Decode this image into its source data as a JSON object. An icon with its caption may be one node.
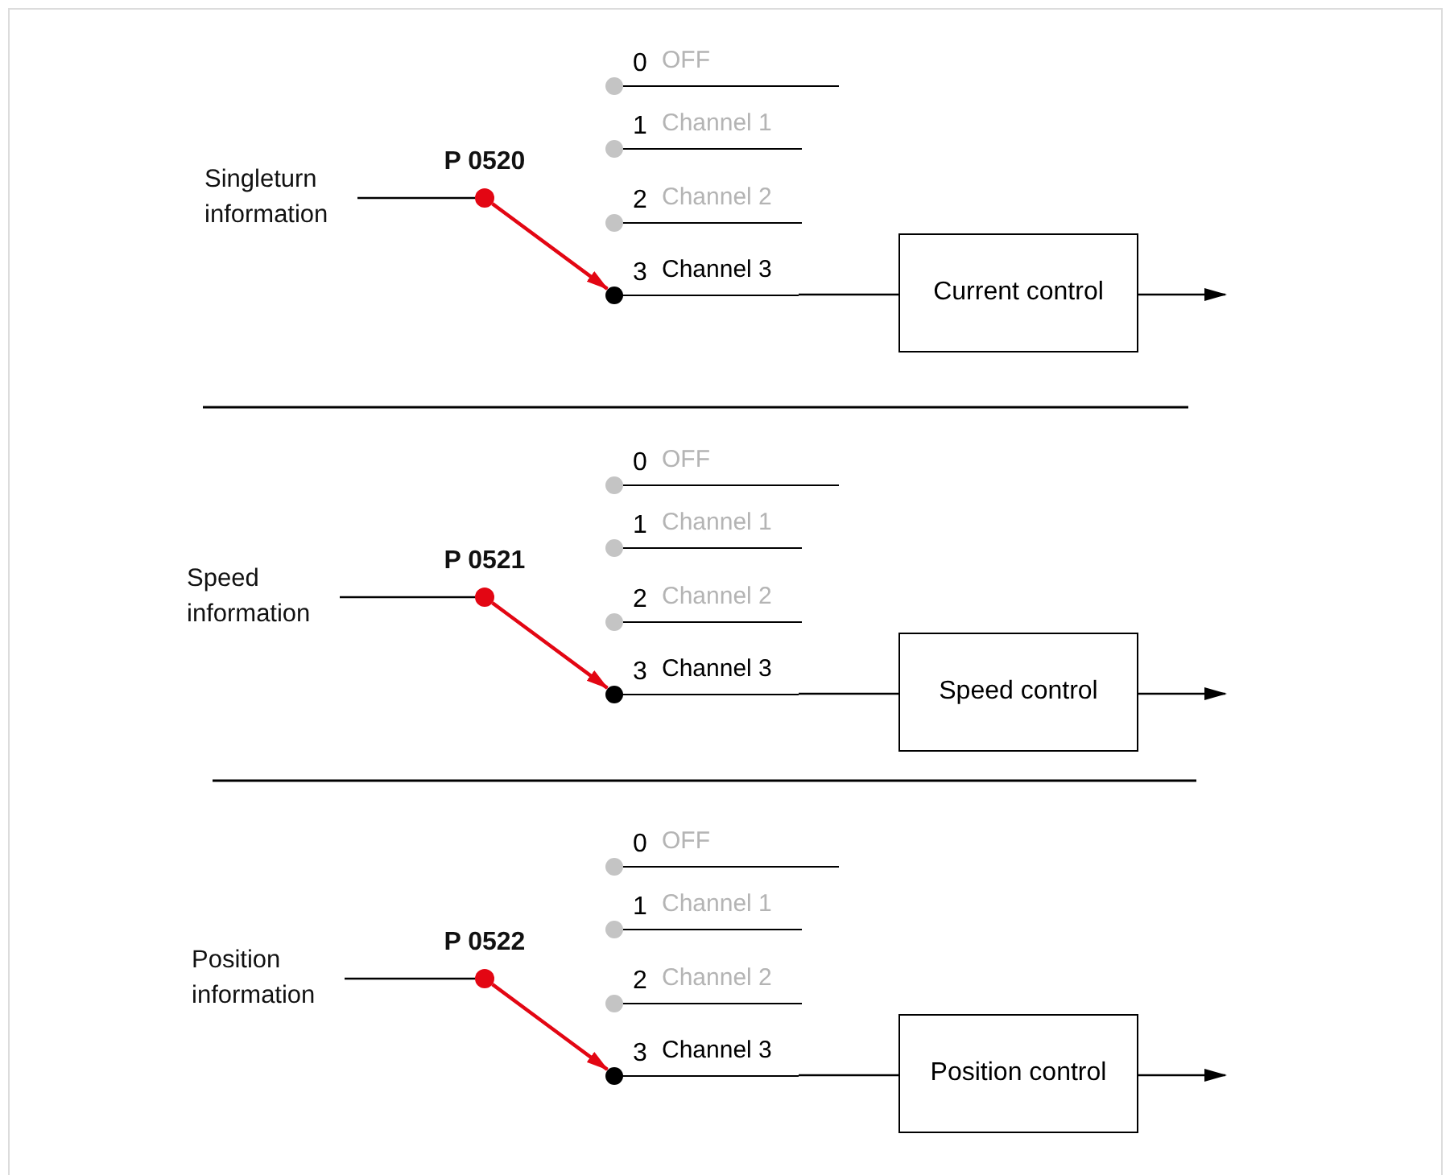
{
  "diagram": {
    "nodes": [
      {
        "text": [
          "Singleturn information"
        ]
      },
      {
        "text": [],
        "shape": "circle",
        "beside": [
          "P 0520"
        ]
      },
      {
        "text": [
          "0",
          "OFF"
        ]
      },
      {
        "text": [
          "1",
          "Channel 1"
        ]
      },
      {
        "text": [
          "2",
          "Channel 2"
        ]
      },
      {
        "text": [
          "3",
          "Channel 3"
        ]
      },
      {
        "text": [
          "Current control"
        ]
      },
      {
        "text": [
          "Speed information"
        ]
      },
      {
        "text": [],
        "shape": "circle",
        "beside": [
          "P 0521"
        ]
      },
      {
        "text": [
          "0",
          "OFF"
        ]
      },
      {
        "text": [
          "1",
          "Channel 1"
        ]
      },
      {
        "text": [
          "2",
          "Channel 2"
        ]
      },
      {
        "text": [
          "3",
          "Channel 3"
        ]
      },
      {
        "text": [
          "Speed control"
        ]
      },
      {
        "text": [
          "Position information"
        ]
      },
      {
        "text": [],
        "shape": "circle",
        "beside": [
          "P 0522"
        ]
      },
      {
        "text": [
          "0",
          "OFF"
        ]
      },
      {
        "text": [
          "1",
          "Channel 1"
        ]
      },
      {
        "text": [
          "2",
          "Channel 2"
        ]
      },
      {
        "text": [
          "3",
          "Channel 3"
        ]
      },
      {
        "text": [
          "Position control"
        ]
      }
    ],
    "edges": [
      {
        "from": 0,
        "to": 1,
        "arrow": "none"
      },
      {
        "from": 1,
        "to": 5,
        "arrow": "to",
        "color": "#e30613"
      },
      {
        "from": 5,
        "to": 6,
        "arrow": "none"
      },
      {
        "from": 6,
        "to": null,
        "arrow": "to"
      },
      {
        "from": 7,
        "to": 8,
        "arrow": "none"
      },
      {
        "from": 8,
        "to": 12,
        "arrow": "to",
        "color": "#e30613"
      },
      {
        "from": 12,
        "to": 13,
        "arrow": "none"
      },
      {
        "from": 13,
        "to": null,
        "arrow": "to"
      },
      {
        "from": 14,
        "to": 15,
        "arrow": "none"
      },
      {
        "from": 15,
        "to": 19,
        "arrow": "to",
        "color": "#e30613"
      },
      {
        "from": 19,
        "to": 20,
        "arrow": "none"
      },
      {
        "from": 20,
        "to": null,
        "arrow": "to"
      }
    ]
  }
}
